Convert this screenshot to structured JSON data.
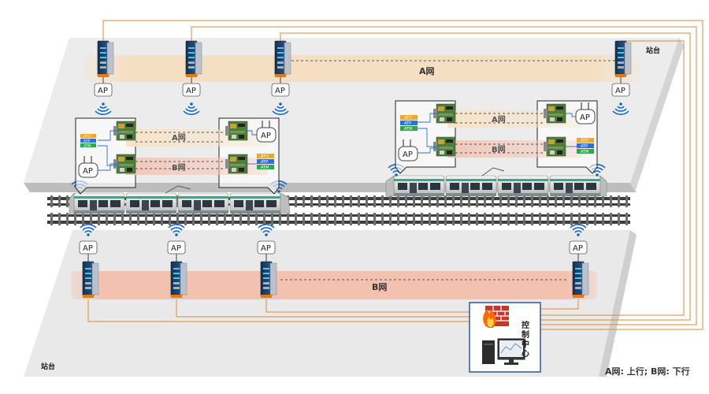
{
  "labels": {
    "platform_top": "站台",
    "platform_bottom": "站台",
    "net_a": "A网",
    "net_b": "B网",
    "ap": "AP",
    "control_center": "控制中心",
    "legend": "A网: 上行; B网: 下行"
  },
  "modules": {
    "ato": "ATO",
    "atp": "ATP",
    "atm": "ATM"
  },
  "colors": {
    "net_a_band": "#f2d9b8",
    "net_b_band": "#f3c4b4",
    "cable": "#e08a2c",
    "wifi": "#1565c0",
    "platform": "#e8e8e8",
    "ato": "#f5a623",
    "atp": "#2f6fd6",
    "atm": "#2ea84a"
  },
  "icons": {
    "switch": "industrial-switch-icon",
    "ap": "access-point-icon",
    "wifi": "wifi-signal-icon",
    "firewall": "firewall-icon",
    "computer": "computer-icon",
    "train": "train-icon"
  }
}
